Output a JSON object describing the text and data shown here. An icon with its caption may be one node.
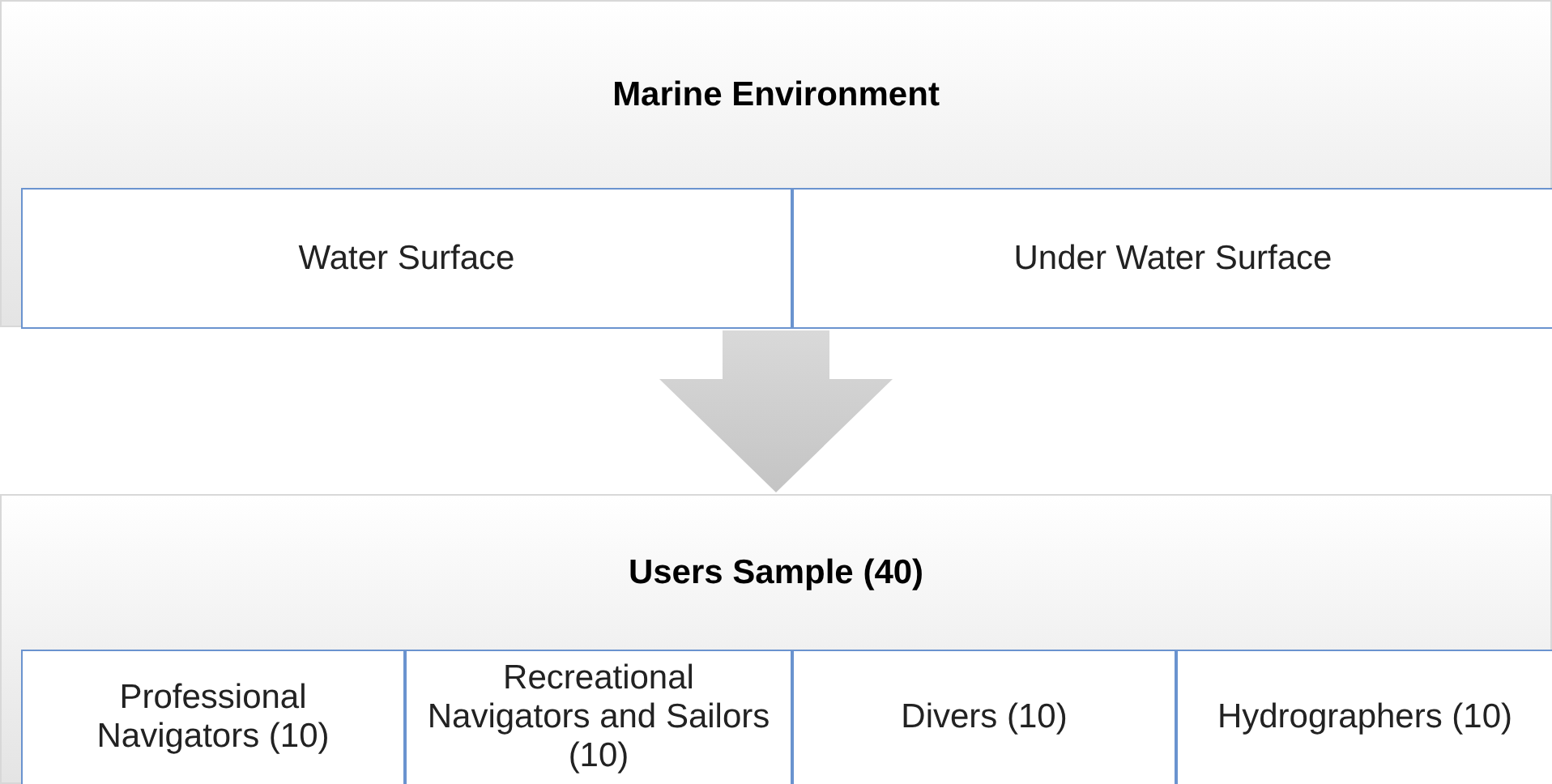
{
  "diagram": {
    "nodes": [
      {
        "text": [
          "Marine Environment"
        ]
      },
      {
        "text": [
          "Water Surface"
        ],
        "in": 0
      },
      {
        "text": [
          "Under Water Surface"
        ],
        "in": 0
      },
      {
        "text": [
          "Users Sample (40)"
        ]
      },
      {
        "text": [
          "Professional Navigators (10)"
        ],
        "in": 3
      },
      {
        "text": [
          "Recreational Navigators and Sailors (10)"
        ],
        "in": 3
      },
      {
        "text": [
          "Divers (10)"
        ],
        "in": 3
      },
      {
        "text": [
          "Hydrographers (10)"
        ],
        "in": 3
      }
    ],
    "edges": [
      {
        "from": 0,
        "to": 3,
        "arrow": "to",
        "style": "thick"
      }
    ]
  }
}
